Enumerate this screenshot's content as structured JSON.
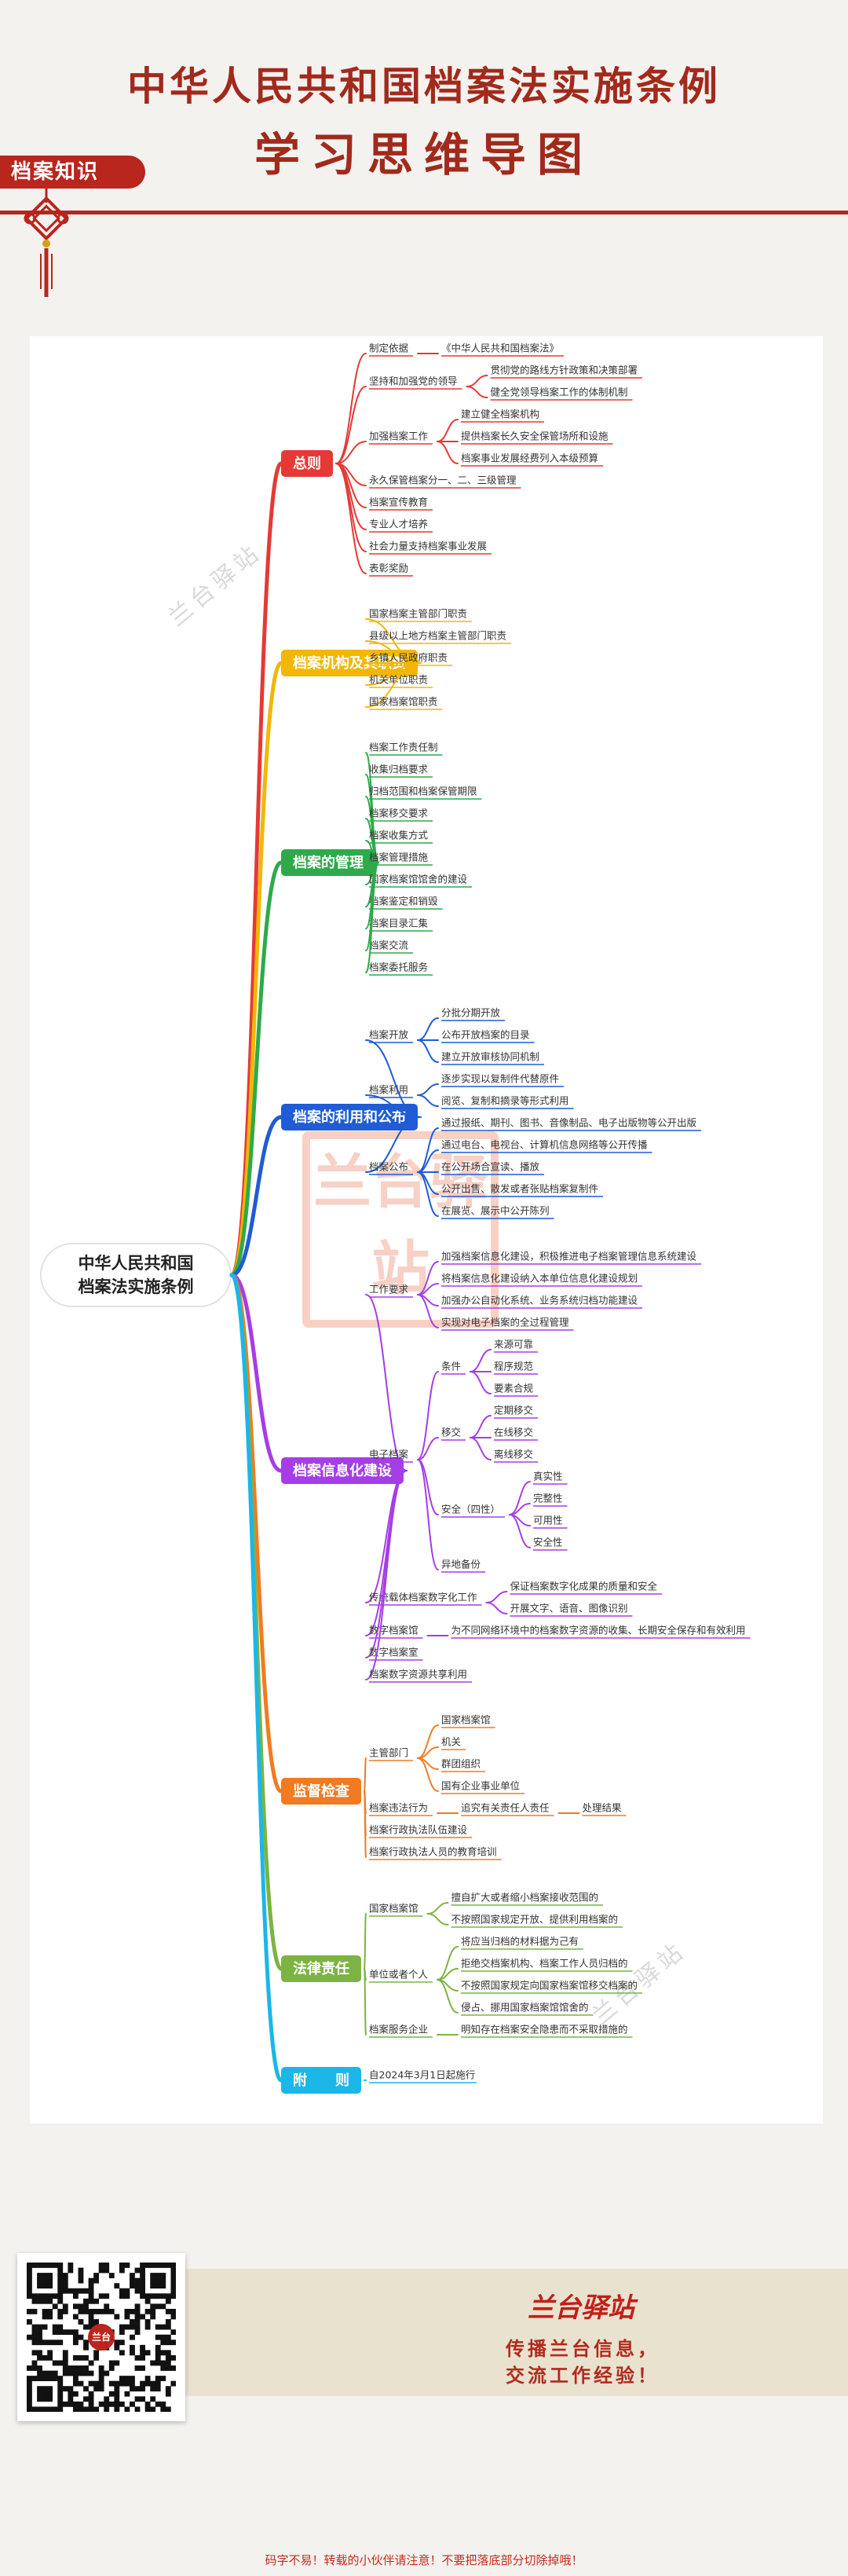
{
  "header": {
    "title_line1": "中华人民共和国档案法实施条例",
    "title_line2": "学习思维导图",
    "ribbon_label": "档案知识"
  },
  "mindmap": {
    "center": {
      "line1": "中华人民共和国",
      "line2": "档案法实施条例"
    },
    "branches": [
      {
        "label": "总则",
        "color": "#e53935",
        "children": [
          {
            "label": "制定依据",
            "children": [
              {
                "label": "《中华人民共和国档案法》"
              }
            ]
          },
          {
            "label": "坚持和加强党的领导",
            "children": [
              {
                "label": "贯彻党的路线方针政策和决策部署"
              },
              {
                "label": "健全党领导档案工作的体制机制"
              }
            ]
          },
          {
            "label": "加强档案工作",
            "children": [
              {
                "label": "建立健全档案机构"
              },
              {
                "label": "提供档案长久安全保管场所和设施"
              },
              {
                "label": "档案事业发展经费列入本级预算"
              }
            ]
          },
          {
            "label": "永久保管档案分一、二、三级管理"
          },
          {
            "label": "档案宣传教育"
          },
          {
            "label": "专业人才培养"
          },
          {
            "label": "社会力量支持档案事业发展"
          },
          {
            "label": "表彰奖励"
          }
        ]
      },
      {
        "label": "档案机构及其职责",
        "color": "#f2b705",
        "children": [
          {
            "label": "国家档案主管部门职责"
          },
          {
            "label": "县级以上地方档案主管部门职责"
          },
          {
            "label": "乡镇人民政府职责"
          },
          {
            "label": "机关单位职责"
          },
          {
            "label": "国家档案馆职责"
          }
        ]
      },
      {
        "label": "档案的管理",
        "color": "#2eaa4a",
        "children": [
          {
            "label": "档案工作责任制"
          },
          {
            "label": "收集归档要求"
          },
          {
            "label": "归档范围和档案保管期限"
          },
          {
            "label": "档案移交要求"
          },
          {
            "label": "档案收集方式"
          },
          {
            "label": "档案管理措施"
          },
          {
            "label": "国家档案馆馆舍的建设"
          },
          {
            "label": "档案鉴定和销毁"
          },
          {
            "label": "档案目录汇集"
          },
          {
            "label": "档案交流"
          },
          {
            "label": "档案委托服务"
          }
        ]
      },
      {
        "label": "档案的利用和公布",
        "color": "#1f5cd6",
        "children": [
          {
            "label": "档案开放",
            "children": [
              {
                "label": "分批分期开放"
              },
              {
                "label": "公布开放档案的目录"
              },
              {
                "label": "建立开放审核协同机制"
              }
            ]
          },
          {
            "label": "档案利用",
            "children": [
              {
                "label": "逐步实现以复制件代替原件"
              },
              {
                "label": "阅览、复制和摘录等形式利用"
              }
            ]
          },
          {
            "label": "档案公布",
            "children": [
              {
                "label": "通过报纸、期刊、图书、音像制品、电子出版物等公开出版"
              },
              {
                "label": "通过电台、电视台、计算机信息网络等公开传播"
              },
              {
                "label": "在公开场合宣读、播放"
              },
              {
                "label": "公开出售、散发或者张贴档案复制件"
              },
              {
                "label": "在展览、展示中公开陈列"
              }
            ]
          }
        ]
      },
      {
        "label": "档案信息化建设",
        "color": "#a53ee6",
        "children": [
          {
            "label": "工作要求",
            "children": [
              {
                "label": "加强档案信息化建设，积极推进电子档案管理信息系统建设"
              },
              {
                "label": "将档案信息化建设纳入本单位信息化建设规划"
              },
              {
                "label": "加强办公自动化系统、业务系统归档功能建设"
              },
              {
                "label": "实现对电子档案的全过程管理"
              }
            ]
          },
          {
            "label": "电子档案",
            "children": [
              {
                "label": "条件",
                "children": [
                  {
                    "label": "来源可靠"
                  },
                  {
                    "label": "程序规范"
                  },
                  {
                    "label": "要素合规"
                  }
                ]
              },
              {
                "label": "移交",
                "children": [
                  {
                    "label": "定期移交"
                  },
                  {
                    "label": "在线移交"
                  },
                  {
                    "label": "离线移交"
                  }
                ]
              },
              {
                "label": "安全（四性）",
                "children": [
                  {
                    "label": "真实性"
                  },
                  {
                    "label": "完整性"
                  },
                  {
                    "label": "可用性"
                  },
                  {
                    "label": "安全性"
                  }
                ]
              },
              {
                "label": "异地备份"
              }
            ]
          },
          {
            "label": "传统载体档案数字化工作",
            "children": [
              {
                "label": "保证档案数字化成果的质量和安全"
              },
              {
                "label": "开展文字、语音、图像识别"
              }
            ]
          },
          {
            "label": "数字档案馆",
            "children": [
              {
                "label": "为不同网络环境中的档案数字资源的收集、长期安全保存和有效利用"
              }
            ]
          },
          {
            "label": "数字档案室"
          },
          {
            "label": "档案数字资源共享利用"
          }
        ]
      },
      {
        "label": "监督检查",
        "color": "#f07b22",
        "children": [
          {
            "label": "主管部门",
            "children": [
              {
                "label": "国家档案馆"
              },
              {
                "label": "机关"
              },
              {
                "label": "群团组织"
              },
              {
                "label": "国有企业事业单位"
              }
            ]
          },
          {
            "label": "档案违法行为",
            "children": [
              {
                "label": "追究有关责任人责任",
                "children": [
                  {
                    "label": "处理结果"
                  }
                ]
              }
            ]
          },
          {
            "label": "档案行政执法队伍建设"
          },
          {
            "label": "档案行政执法人员的教育培训"
          }
        ]
      },
      {
        "label": "法律责任",
        "color": "#7cb342",
        "children": [
          {
            "label": "国家档案馆",
            "children": [
              {
                "label": "擅自扩大或者缩小档案接收范围的"
              },
              {
                "label": "不按照国家规定开放、提供利用档案的"
              }
            ]
          },
          {
            "label": "单位或者个人",
            "children": [
              {
                "label": "将应当归档的材料据为己有"
              },
              {
                "label": "拒绝交档案机构、档案工作人员归档的"
              },
              {
                "label": "不按照国家规定向国家档案馆移交档案的"
              },
              {
                "label": "侵占、挪用国家档案馆馆舍的"
              }
            ]
          },
          {
            "label": "档案服务企业",
            "children": [
              {
                "label": "明知存在档案安全隐患而不采取措施的"
              }
            ]
          }
        ]
      },
      {
        "label": "附　　则",
        "color": "#1ab7e8",
        "children": [
          {
            "label": "自2024年3月1日起施行"
          }
        ]
      }
    ]
  },
  "watermark": {
    "text": "兰台驿站",
    "stamp_text": "兰台驿站"
  },
  "footer": {
    "brand": "兰台驿站",
    "slogan_line1": "传播兰台信息，",
    "slogan_line2": "交流工作经验！",
    "qr_badge": "兰台",
    "note": "码字不易！转载的小伙伴请注意！不要把落底部分切除掉哦！"
  }
}
